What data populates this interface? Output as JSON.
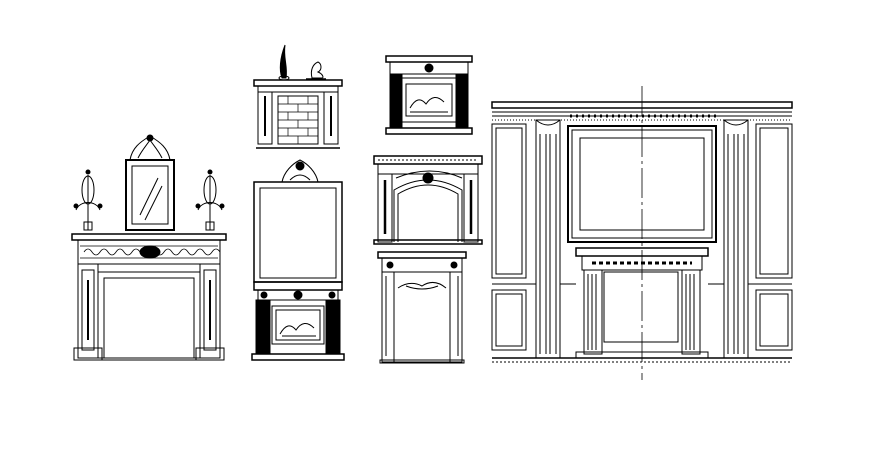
{
  "drawing": {
    "background": "#ffffff",
    "line_color": "#000000",
    "elements": [
      {
        "id": "mantel-with-mirror-and-candelabra",
        "label": ""
      },
      {
        "id": "brick-fireplace-small",
        "label": ""
      },
      {
        "id": "fireplace-with-tall-mirror",
        "label": ""
      },
      {
        "id": "insert-fireplace-small",
        "label": ""
      },
      {
        "id": "carved-mantel-arched",
        "label": ""
      },
      {
        "id": "tall-console-fireplace",
        "label": ""
      },
      {
        "id": "paneled-wall-elevation",
        "label": ""
      }
    ]
  }
}
